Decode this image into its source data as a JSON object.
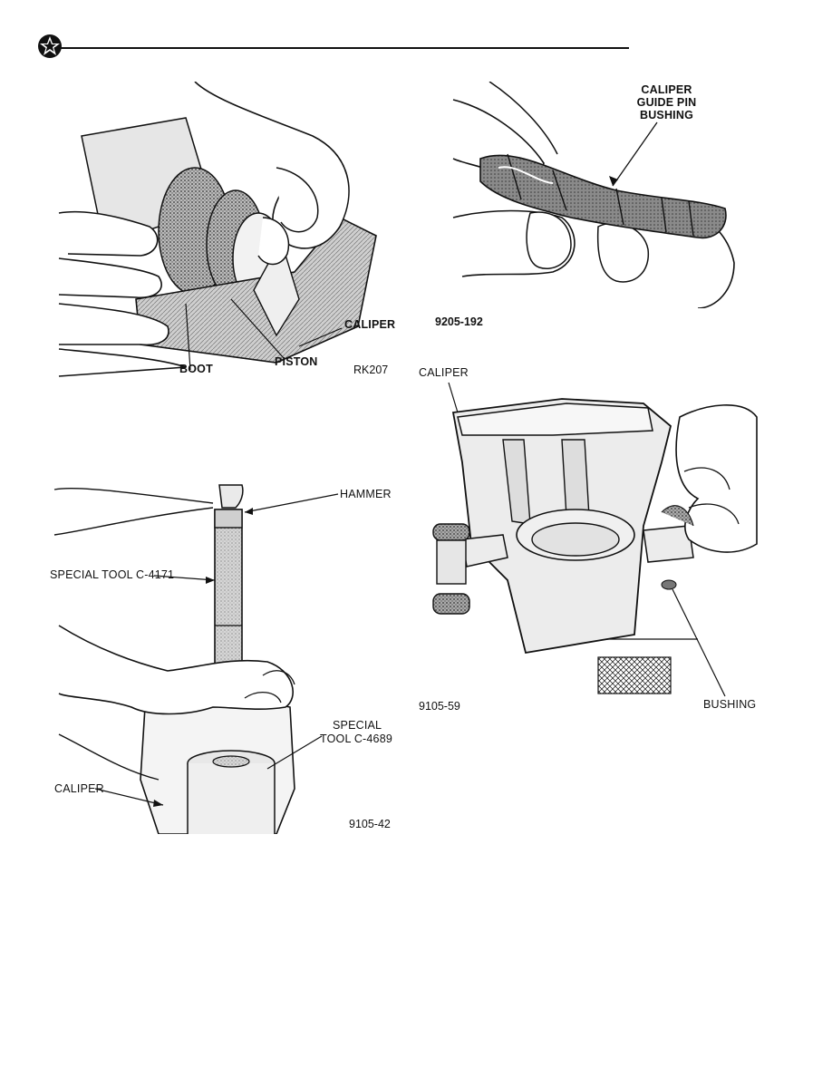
{
  "figures": {
    "fig1": {
      "labels": {
        "caliper": "CALIPER",
        "boot": "BOOT",
        "piston": "PISTON"
      },
      "code": "RK207"
    },
    "fig2": {
      "labels": {
        "bushing": "CALIPER GUIDE PIN BUSHING"
      },
      "code": "9205-192"
    },
    "fig3": {
      "labels": {
        "caliper": "CALIPER",
        "bushing": "BUSHING"
      },
      "code": "9105-59"
    },
    "fig4": {
      "labels": {
        "hammer": "HAMMER",
        "tool1": "SPECIAL TOOL C-4171",
        "tool2_line1": "SPECIAL",
        "tool2_line2": "TOOL C-4689",
        "caliper": "CALIPER"
      },
      "code": "9105-42"
    }
  },
  "colors": {
    "ink": "#111111",
    "shade": "#9a9a9a",
    "paper": "#ffffff"
  }
}
